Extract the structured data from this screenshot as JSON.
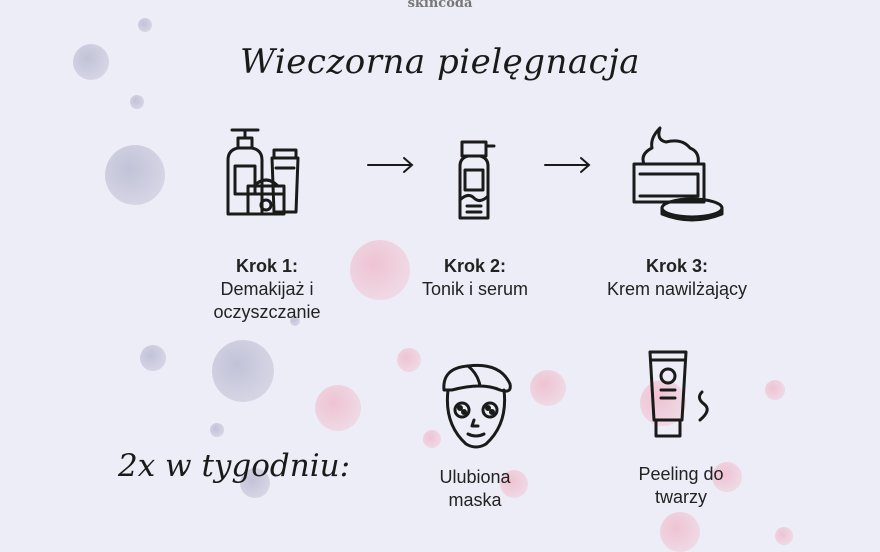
{
  "brand": "skincoda",
  "title": "Wieczorna pielęgnacja",
  "steps": [
    {
      "step": "Krok 1:",
      "line1": "Demakijaż i",
      "line2": "oczyszczanie",
      "icon": "cleansing-bottles-icon"
    },
    {
      "step": "Krok 2:",
      "line1": "Tonik i serum",
      "line2": "",
      "icon": "toner-bottle-icon"
    },
    {
      "step": "Krok 3:",
      "line1": "Krem nawilżający",
      "line2": "",
      "icon": "cream-jar-icon"
    }
  ],
  "weekly": {
    "heading": "2x w tygodniu:",
    "items": [
      {
        "line1": "Ulubiona",
        "line2": "maska",
        "icon": "face-mask-icon"
      },
      {
        "line1": "Peeling do",
        "line2": "twarzy",
        "icon": "scrub-tube-icon"
      }
    ]
  },
  "colors": {
    "background": "#ededf7",
    "ink": "#1a1a1a"
  }
}
